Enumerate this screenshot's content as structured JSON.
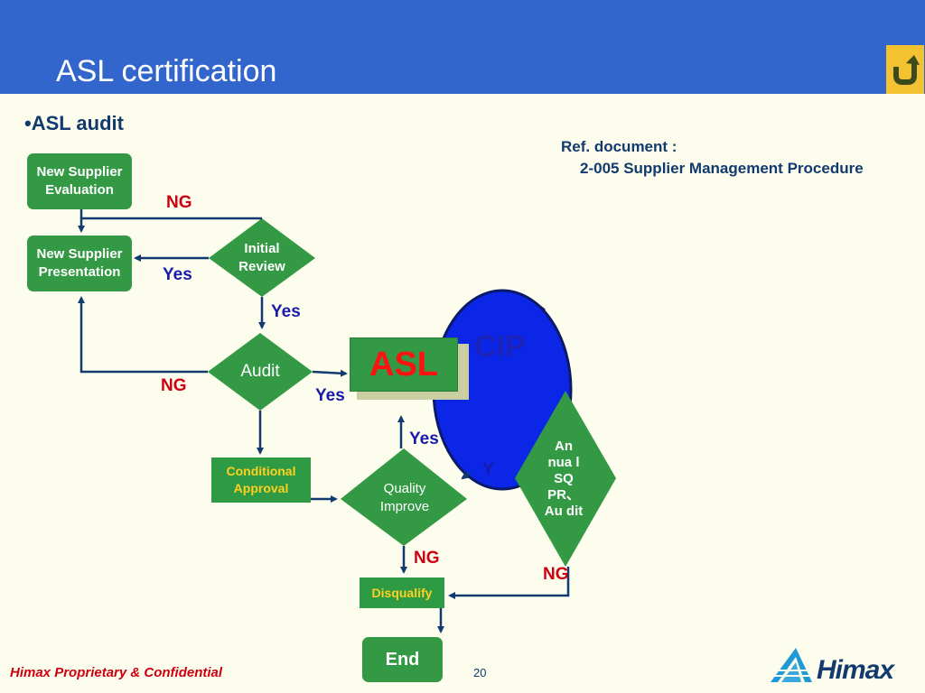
{
  "slide": {
    "title": "ASL certification",
    "bullet": "•ASL audit",
    "ref_line1": "Ref. document :",
    "ref_line2": "2-005 Supplier Management Procedure",
    "footer": "Himax Proprietary & Confidential",
    "page_number": "20",
    "logo_text": "Himax"
  },
  "nodes": {
    "new_supplier_evaluation": "New Supplier Evaluation",
    "new_supplier_presentation": "New Supplier Presentation",
    "initial_review": "Initial Review",
    "audit": "Audit",
    "asl": "ASL",
    "cip": "CIP",
    "conditional_approval": "Conditional Approval",
    "quality_improve": "Quality Improve",
    "annual_sqpr_audit": "An nua l SQ PR、 Au dit",
    "disqualify": "Disqualify",
    "end": "End"
  },
  "labels": {
    "ng_initial_review": "NG",
    "yes_initial_review": "Yes",
    "yes_to_audit": "Yes",
    "ng_audit": "NG",
    "yes_audit": "Yes",
    "yes_quality": "Yes",
    "y_annual": "Y",
    "ng_quality": "NG",
    "ng_annual": "NG"
  },
  "colors": {
    "header": "#3366cc",
    "node_green": "#339944",
    "ng_red": "#cc0011",
    "yes_blue": "#1a1aaa",
    "cip_fill": "#0c26e8",
    "connector": "#123a6e",
    "back_button": "#f2c230"
  }
}
